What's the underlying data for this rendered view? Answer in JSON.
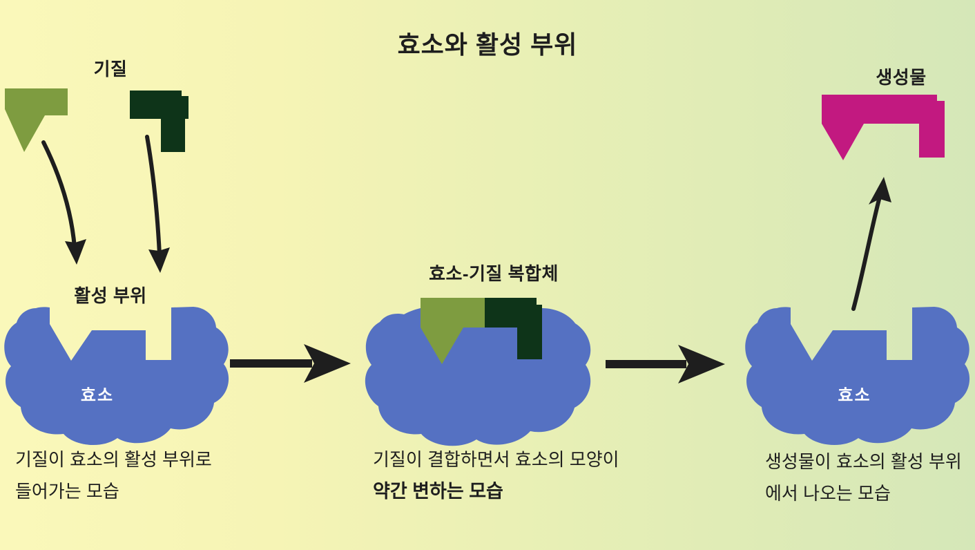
{
  "title": "효소와 활성 부위",
  "colors": {
    "background_left": "#faf8ba",
    "background_right": "#d5e7b8",
    "enzyme_blue": "#5571c2",
    "substrate_olive": "#7e9c40",
    "substrate_dark_green": "#0e3419",
    "product_magenta": "#c21980",
    "arrow_black": "#1e1e1e",
    "enzyme_text_white": "#ffffff"
  },
  "stage1": {
    "substrate_label": "기질",
    "active_site_label": "활성 부위",
    "enzyme_label": "효소",
    "caption_line1": "기질이 효소의 활성 부위로",
    "caption_line2": "들어가는 모습"
  },
  "stage2": {
    "complex_label": "효소-기질 복합체",
    "caption_line1": "기질이 결합하면서 효소의 모양이",
    "caption_line2": "약간 변하는 모습"
  },
  "stage3": {
    "product_label": "생성물",
    "enzyme_label": "효소",
    "caption_line1": "생성물이 효소의 활성 부위",
    "caption_line2": "에서 나오는 모습"
  }
}
